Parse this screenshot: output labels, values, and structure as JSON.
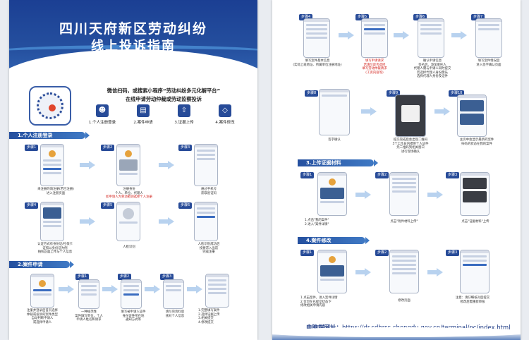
{
  "left": {
    "title_line1": "四川天府新区劳动纠纷",
    "title_line2": "线上投诉指南",
    "intro_line1": "微信扫码，或搜索小程序“劳动纠纷多元化解平台”",
    "intro_line2": "在线申请劳动仲裁或劳动监察投诉",
    "flow": [
      {
        "label": "1.个人注册登录",
        "icon": "person-icon"
      },
      {
        "label": "2.案件申请",
        "icon": "document-icon"
      },
      {
        "label": "3.证据上传",
        "icon": "upload-icon"
      },
      {
        "label": "4.案件修改",
        "icon": "eraser-icon"
      }
    ],
    "section1": "1.个人注册登录",
    "section2": "2.案件申请",
    "s1_steps": [
      {
        "tag": "步骤1",
        "cap": "未注册的请注册(若已注册)\n进入注册页面"
      },
      {
        "tag": "步骤2",
        "cap": "注册身份\n个人、单位、代理人",
        "red": "如申请人为劳动者则选择个人注册"
      },
      {
        "tag": "步骤3",
        "cap": "通过手机号\n获取验证码"
      },
      {
        "tag": "步骤4",
        "cap": "认证方式有身份证/社保卡\n证照以身份证为例\n拍照正面上传与个人信息"
      },
      {
        "tag": "步骤5",
        "cap": "人脸识别"
      },
      {
        "tag": "步骤6",
        "cap": "人脸识别成功后\n按要求入当前\n完成注册"
      }
    ],
    "s2_steps": [
      {
        "tag": "",
        "cap": "注册并登录后首页选择\n仲裁或投诉的案件类型\n自动判断申请人\n或选择申请人"
      },
      {
        "tag": "步骤1",
        "cap": "一种规范性\n案件填写单位、个人\n申请人姓名和请求"
      },
      {
        "tag": "步骤2",
        "cap": "填写被申请人证件\n身份证件所在地\n通知方式等"
      },
      {
        "tag": "步骤3",
        "cap": "填写完资料后\n核对个人信息"
      },
      {
        "tag": "",
        "cap": "1.完整填写案件\n2.选择证据上传\n3.相关提交\n4.修改提交"
      }
    ]
  },
  "right": {
    "section3": "3.上传证据材料",
    "section4": "4.案件修改",
    "top_steps": [
      {
        "tag": "步骤4",
        "cap": "填写案件基本信息\n(实际上班地址、所属单位注册地址)"
      },
      {
        "tag": "步骤5",
        "cap": "填写申请请求\n若填写是否选择\n填写劳动仲裁请求\n(工资内容等)"
      },
      {
        "tag": "步骤6",
        "cap": "确认申请信息\n签名后、添加委托人\n代理人需与申请人同时提交\n若选择代理人身份需先\n选择代理人身份及证件"
      },
      {
        "tag": "步骤7",
        "cap": "填写案件情况后\n进入签字确认页面"
      }
    ],
    "mid_steps": [
      {
        "tag": "步骤8",
        "cap": "签字确认"
      },
      {
        "tag": "步骤9",
        "cap": "提交完成后会出现二维码\n5个工作日内携带个人证件\n凭二维码到相关窗口\n进行现场确认"
      },
      {
        "tag": "步骤10",
        "cap": "主页中会显示最新的案件\n扫码的状态在我的案件"
      }
    ],
    "s3_steps": [
      {
        "tag": "步骤1",
        "cap": "1.点击\"我的案件\"\n2.进入\"案件详情\""
      },
      {
        "tag": "步骤2",
        "cap": "点击\"附件材料上传\""
      },
      {
        "tag": "步骤3",
        "cap": "点击\"证据材料\"上传"
      }
    ],
    "s4_steps": [
      {
        "tag": "步骤1",
        "cap": "1.点击案件，进入案件详情\n2.仅可在已提交状态下\n修改相关申请内容"
      },
      {
        "tag": "步骤2",
        "cap": "修改页面"
      },
      {
        "tag": "步骤3",
        "cap": "注意：请仔细核对后提交\n修改后需重新审核"
      }
    ],
    "footer_label": "电脑端网址：",
    "footer_url": "https://dr.cdhrss.chengdu.gov.cn/terminal/pc/index.html"
  },
  "colors": {
    "primary": "#25509f",
    "accent_red": "#d2201a",
    "arrow": "#b8d2ef"
  }
}
